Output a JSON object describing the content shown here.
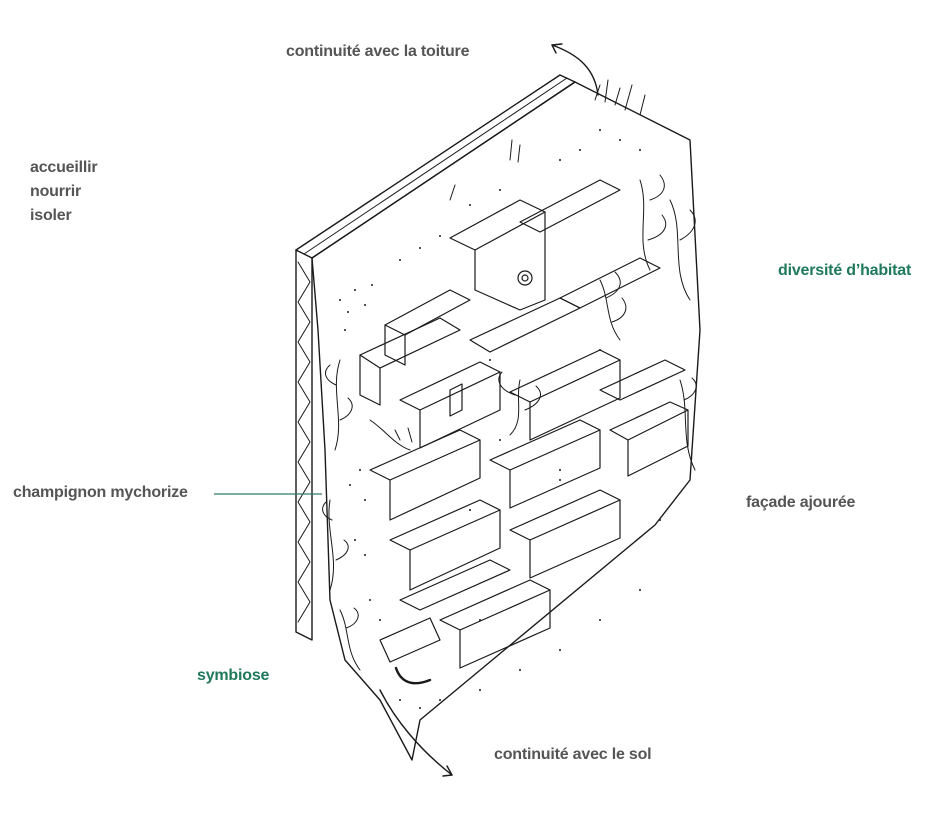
{
  "colors": {
    "label_grey": "#555555",
    "label_green": "#1f7a5a",
    "ink": "#1a1a1a",
    "leader_line": "#2d7a6a"
  },
  "labels": {
    "roof_continuity": "continuité avec la toiture",
    "functions": [
      "accueillir",
      "nourrir",
      "isoler"
    ],
    "habitat_diversity": "diversité d’habitat",
    "mycorrhizal_fungus": "champignon mychorize",
    "openwork_facade": "façade ajourée",
    "symbiosis": "symbiose",
    "ground_continuity": "continuité avec le sol"
  }
}
